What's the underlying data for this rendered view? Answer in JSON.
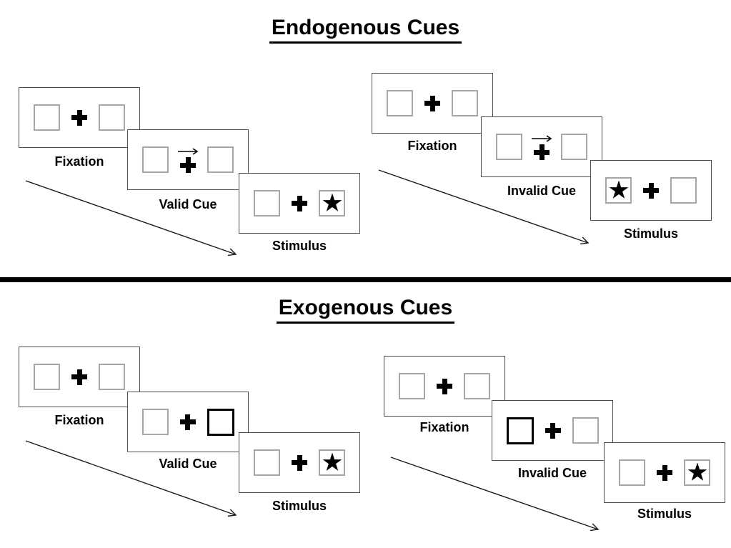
{
  "sections": [
    {
      "title": "Endogenous Cues",
      "trials": [
        {
          "name": "valid-trial",
          "cue_icon": "right-arrow-above-fixation-cross",
          "target_side": "right",
          "steps": [
            {
              "label": "Fixation"
            },
            {
              "label": "Valid Cue"
            },
            {
              "label": "Stimulus"
            }
          ]
        },
        {
          "name": "invalid-trial",
          "cue_icon": "right-arrow-above-fixation-cross",
          "target_side": "left",
          "steps": [
            {
              "label": "Fixation"
            },
            {
              "label": "Invalid Cue"
            },
            {
              "label": "Stimulus"
            }
          ]
        }
      ]
    },
    {
      "title": "Exogenous Cues",
      "trials": [
        {
          "name": "valid-trial",
          "cue_icon": "bold-outline-right-box",
          "target_side": "right",
          "steps": [
            {
              "label": "Fixation"
            },
            {
              "label": "Valid Cue"
            },
            {
              "label": "Stimulus"
            }
          ]
        },
        {
          "name": "invalid-trial",
          "cue_icon": "bold-outline-left-box",
          "target_side": "right",
          "steps": [
            {
              "label": "Fixation"
            },
            {
              "label": "Invalid Cue"
            },
            {
              "label": "Stimulus"
            }
          ]
        }
      ]
    }
  ],
  "icons": {
    "fixation_cross": "plus-cross",
    "cue_arrow": "right-arrow",
    "target": "black-star",
    "timeline": "diagonal-arrow"
  },
  "colors": {
    "background": "#ffffff",
    "panel_border": "#4d4d4d",
    "box_border": "#a6a6a6",
    "bold_box_border": "#000000",
    "symbol": "#000000",
    "divider": "#000000",
    "text": "#000000"
  }
}
